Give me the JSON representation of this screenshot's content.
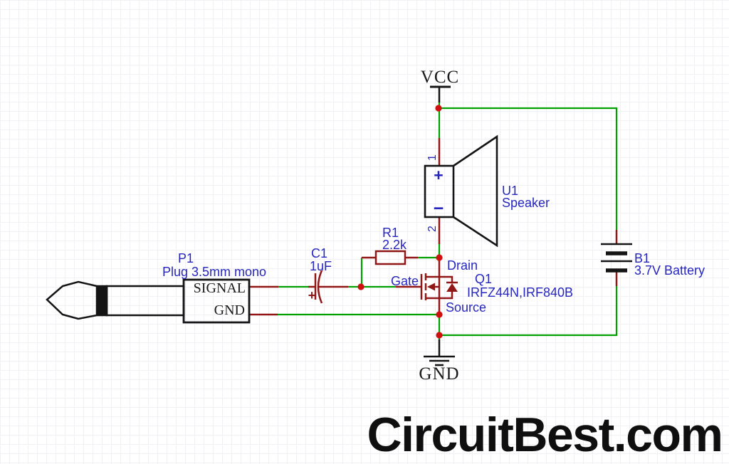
{
  "colors": {
    "wire": "#00A000",
    "component": "#911616",
    "junction": "#CE1010",
    "label": "#2727BE",
    "symbol": "#141414",
    "serif_text": "#1A1A1A",
    "watermark": "#0F0F0F",
    "grid": "#f1f1f5"
  },
  "power_nets": {
    "vcc": "VCC",
    "gnd": "GND"
  },
  "components": {
    "plug": {
      "ref": "P1",
      "value": "Plug 3.5mm mono",
      "pin_signal": "SIGNAL",
      "pin_gnd": "GND"
    },
    "capacitor": {
      "ref": "C1",
      "value": "1uF",
      "polarity_mark": "+"
    },
    "resistor": {
      "ref": "R1",
      "value": "2.2k"
    },
    "mosfet": {
      "ref": "Q1",
      "value": "IRFZ44N,IRF840B",
      "pin_gate": "Gate",
      "pin_drain": "Drain",
      "pin_source": "Source"
    },
    "speaker": {
      "ref": "U1",
      "value": "Speaker",
      "pin_1": "1",
      "pin_2": "2",
      "plus": "+",
      "minus": "−"
    },
    "battery": {
      "ref": "B1",
      "value": "3.7V Battery"
    }
  },
  "watermark": "CircuitBest.com"
}
